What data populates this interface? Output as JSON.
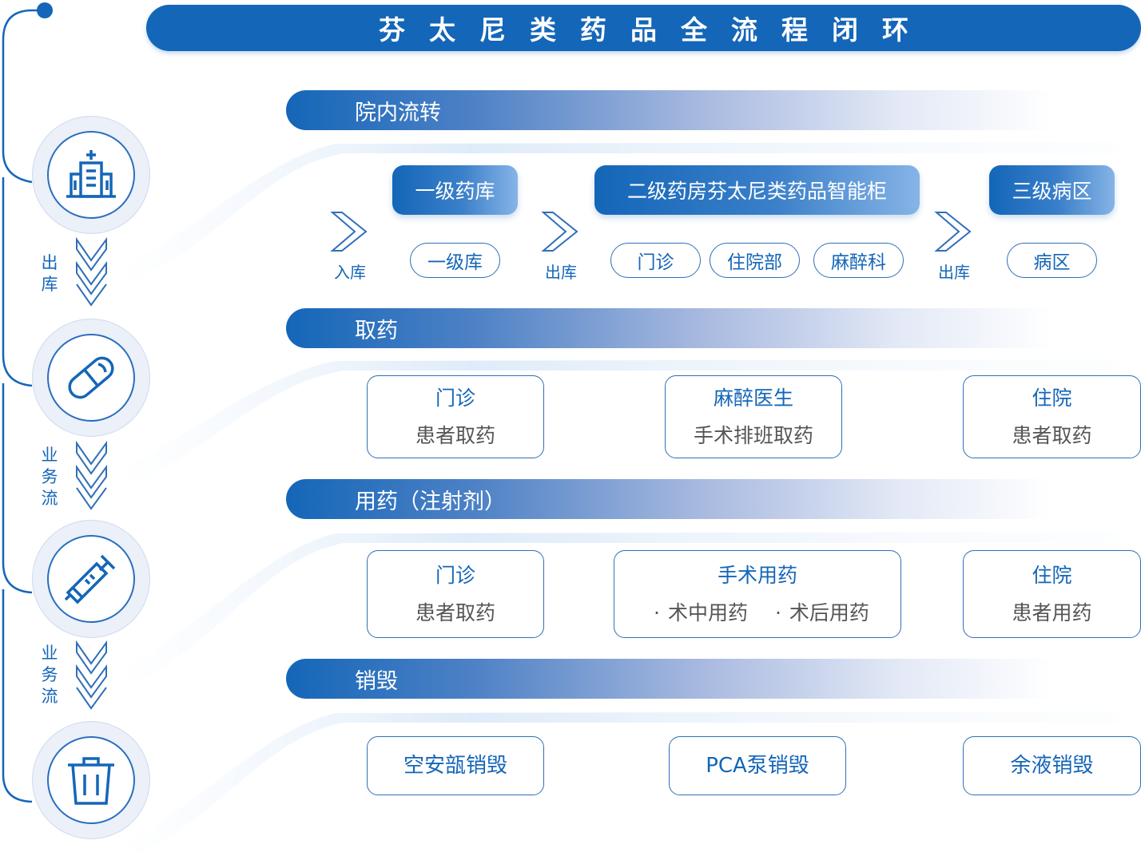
{
  "title": "芬太尼类药品全流程闭环",
  "sections": [
    {
      "label": "院内流转"
    },
    {
      "label": "取药"
    },
    {
      "label": "用药（注射剂）"
    },
    {
      "label": "销毁"
    }
  ],
  "side_labels": [
    "出库",
    "业务流",
    "业务流"
  ],
  "icons": [
    "hospital-icon",
    "capsule-icon",
    "syringe-icon",
    "trash-icon"
  ],
  "transfer": {
    "levels": [
      "一级药库",
      "二级药房芬太尼类药品智能柜",
      "三级病区"
    ],
    "arrow_labels": [
      "入库",
      "出库",
      "出库"
    ],
    "pills": [
      "一级库",
      "门诊",
      "住院部",
      "麻醉科",
      "病区"
    ]
  },
  "pickup_cards": [
    {
      "line1": "门诊",
      "line2": "患者取药"
    },
    {
      "line1": "麻醉医生",
      "line2": "手术排班取药"
    },
    {
      "line1": "住院",
      "line2": "患者取药"
    }
  ],
  "usage_cards": [
    {
      "line1": "门诊",
      "line2": "患者取药"
    },
    {
      "line1": "手术用药",
      "bullets": [
        "术中用药",
        "术后用药"
      ]
    },
    {
      "line1": "住院",
      "line2": "患者用药"
    }
  ],
  "destroy_cards": [
    {
      "line1": "空安瓿销毁"
    },
    {
      "line1": "PCA泵销毁"
    },
    {
      "line1": "余液销毁"
    }
  ],
  "colors": {
    "primary": "#1466b8",
    "text_gray": "#555555",
    "circle_bg": "#ebf0f9"
  }
}
